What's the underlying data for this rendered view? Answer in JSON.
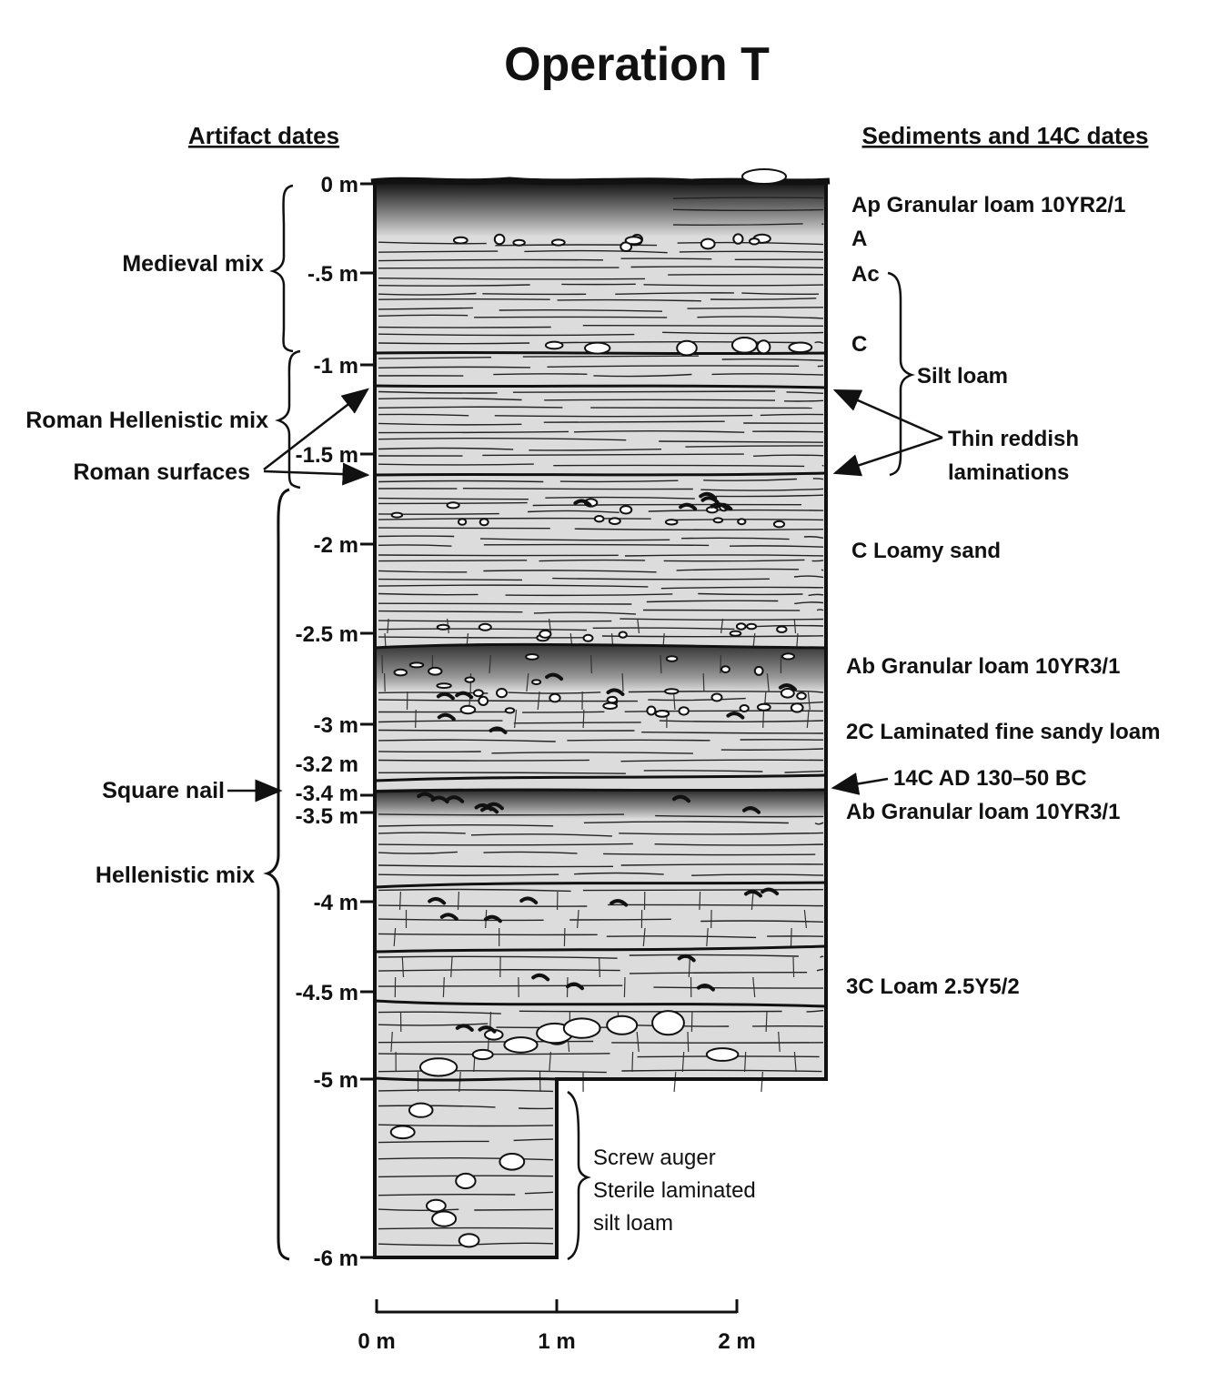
{
  "title": "Operation T",
  "headers": {
    "left": "Artifact dates",
    "right": "Sediments and 14C dates"
  },
  "depth_ticks": [
    "0 m",
    "-.5 m",
    "-1 m",
    "-1.5 m",
    "-2 m",
    "-2.5 m",
    "-3 m",
    "-3.2 m",
    "-3.4 m",
    "-3.5 m",
    "-4 m",
    "-4.5 m",
    "-5 m",
    "-6 m"
  ],
  "artifact_periods": [
    {
      "label": "Medieval mix"
    },
    {
      "label": "Roman Hellenistic mix"
    },
    {
      "label": "Hellenistic mix"
    }
  ],
  "artifact_markers": {
    "roman_surfaces": "Roman surfaces",
    "square_nail": "Square nail"
  },
  "horizons": {
    "ap": "Ap  Granular loam 10YR2/1",
    "a": "A",
    "ac": "Ac",
    "c": "C",
    "silt_loam": "Silt loam",
    "thin_reddish_1": "Thin reddish",
    "thin_reddish_2": "laminations",
    "c_loamy_sand": "C Loamy sand",
    "ab_1": "Ab Granular loam 10YR3/1",
    "2c": "2C Laminated fine sandy loam",
    "c14_date": "14C AD 130–50 BC",
    "ab_2": "Ab Granular loam 10YR3/1",
    "3c": "3C Loam 2.5Y5/2"
  },
  "auger_note": [
    "Screw auger",
    "Sterile laminated",
    "silt loam"
  ],
  "scale_labels": [
    "0 m",
    "1 m",
    "2 m"
  ],
  "colors": {
    "fill": "#dcdcdc",
    "dark_band": "#3a3a3a",
    "line": "#111111"
  }
}
